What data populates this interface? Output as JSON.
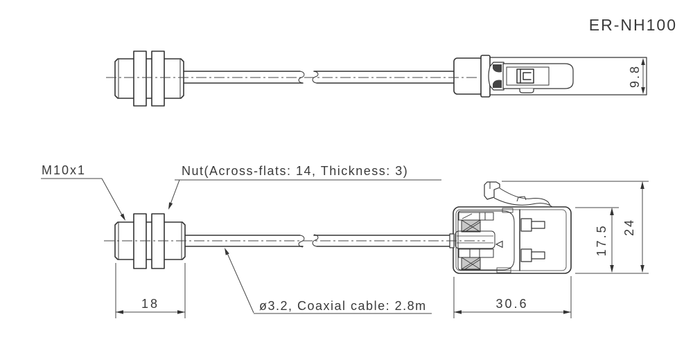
{
  "title": "ER-NH100",
  "callouts": {
    "thread": "M10x1",
    "nut": "Nut(Across-flats: 14, Thickness: 3)",
    "cable": "ø3.2, Coaxial cable: 2.8m"
  },
  "dimensions": {
    "connector_height_side_view": "9.8",
    "sensor_body_length": "18",
    "connector_length": "30.6",
    "connector_body_width": "17.5",
    "connector_overall_width": "24"
  },
  "colors": {
    "line": "#333333",
    "text": "#3a3a3a",
    "background": "#ffffff"
  }
}
